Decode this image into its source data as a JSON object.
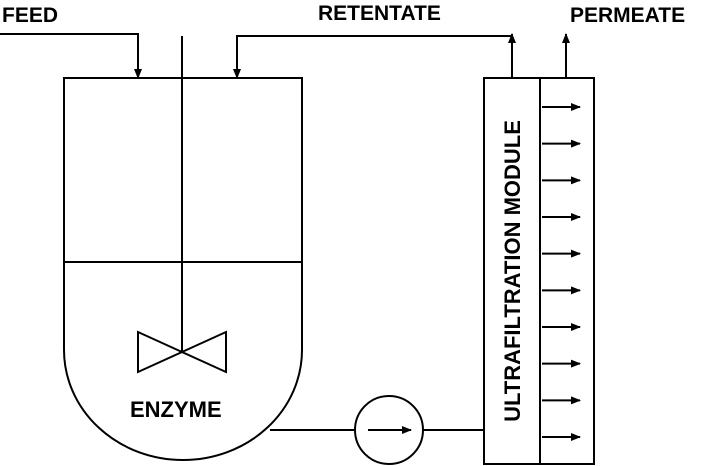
{
  "labels": {
    "feed": "FEED",
    "retentate": "RETENTATE",
    "permeate": "PERMEATE",
    "enzyme": "ENZYME",
    "module": "ULTRAFILTRATION MODULE"
  },
  "permeate_arrow_count": 10
}
